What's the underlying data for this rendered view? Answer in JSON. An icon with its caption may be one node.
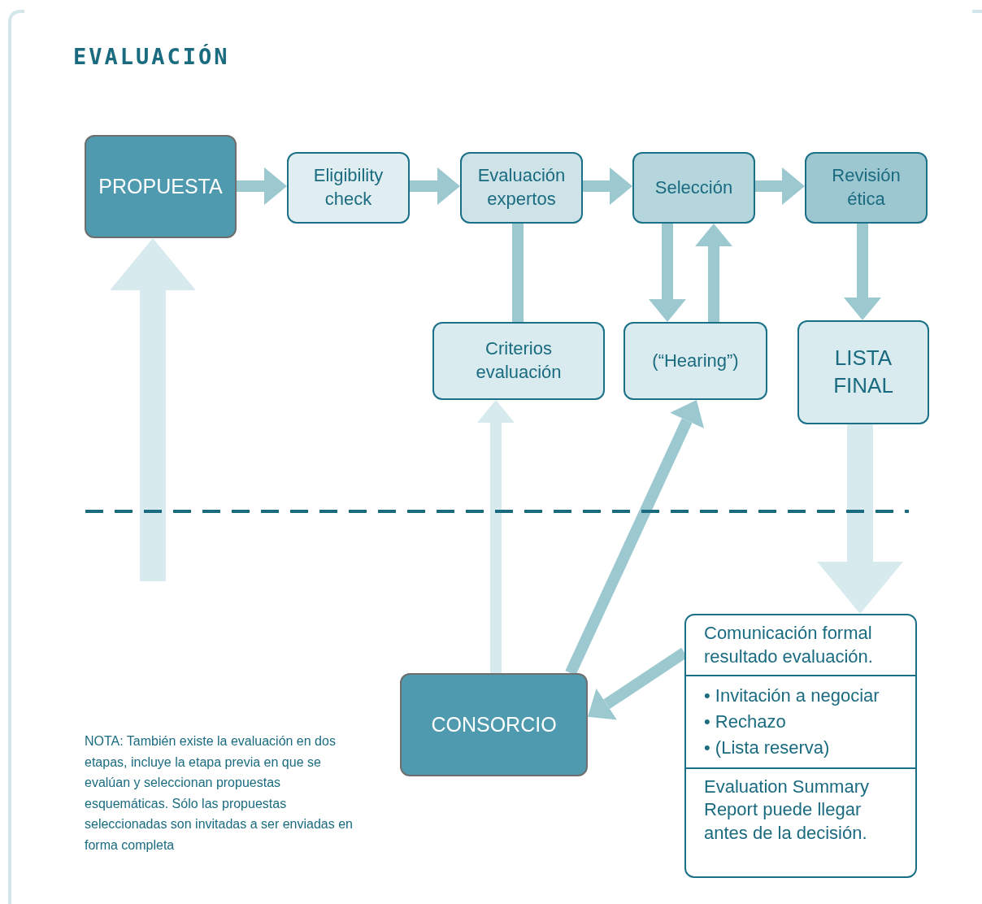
{
  "diagram": {
    "title": "EVALUACIÓN",
    "nodes": [
      {
        "text": [
          "PROPUESTA"
        ]
      },
      {
        "text": [
          "Eligibility check"
        ]
      },
      {
        "text": [
          "Evaluación expertos"
        ]
      },
      {
        "text": [
          "Selección"
        ]
      },
      {
        "text": [
          "Revisión ética"
        ]
      },
      {
        "text": [
          "Criterios evaluación"
        ]
      },
      {
        "text": [
          "(“Hearing”)"
        ]
      },
      {
        "text": [
          "LISTA FINAL"
        ]
      },
      {
        "text": [
          "Comunicación formal resultado evaluación.",
          "• Invitación a negociar",
          "• Rechazo",
          "• (Lista reserva)",
          "Evaluation Summary Report puede llegar antes de la decisión."
        ]
      },
      {
        "text": [
          "CONSORCIO"
        ]
      }
    ],
    "edges": [
      {
        "from": 0,
        "to": 1,
        "arrow": "to"
      },
      {
        "from": 1,
        "to": 2,
        "arrow": "to"
      },
      {
        "from": 2,
        "to": 3,
        "arrow": "to"
      },
      {
        "from": 3,
        "to": 4,
        "arrow": "to"
      },
      {
        "from": 2,
        "to": 5,
        "arrow": "none"
      },
      {
        "from": 3,
        "to": 6,
        "arrow": "to"
      },
      {
        "from": 6,
        "to": 3,
        "arrow": "to"
      },
      {
        "from": 4,
        "to": 7,
        "arrow": "to"
      },
      {
        "from": 7,
        "to": 8,
        "arrow": "to",
        "style": "thick",
        "color": "#d7eaed"
      },
      {
        "from": 8,
        "to": 9,
        "arrow": "to"
      },
      {
        "from": 9,
        "to": 5,
        "arrow": "to",
        "color": "#d7eaed"
      },
      {
        "from": 9,
        "to": 6,
        "arrow": "to"
      },
      {
        "from": null,
        "to": 0,
        "arrow": "to",
        "style": "thick",
        "color": "#d7eaed"
      }
    ],
    "labels": [
      "NOTA: También existe la evaluación en dos etapas, incluye la etapa previa en que se evalúan y seleccionan propuestas esquemáticas. Sólo las propuestas seleccionadas son invitadas a ser enviadas en forma completa"
    ]
  }
}
